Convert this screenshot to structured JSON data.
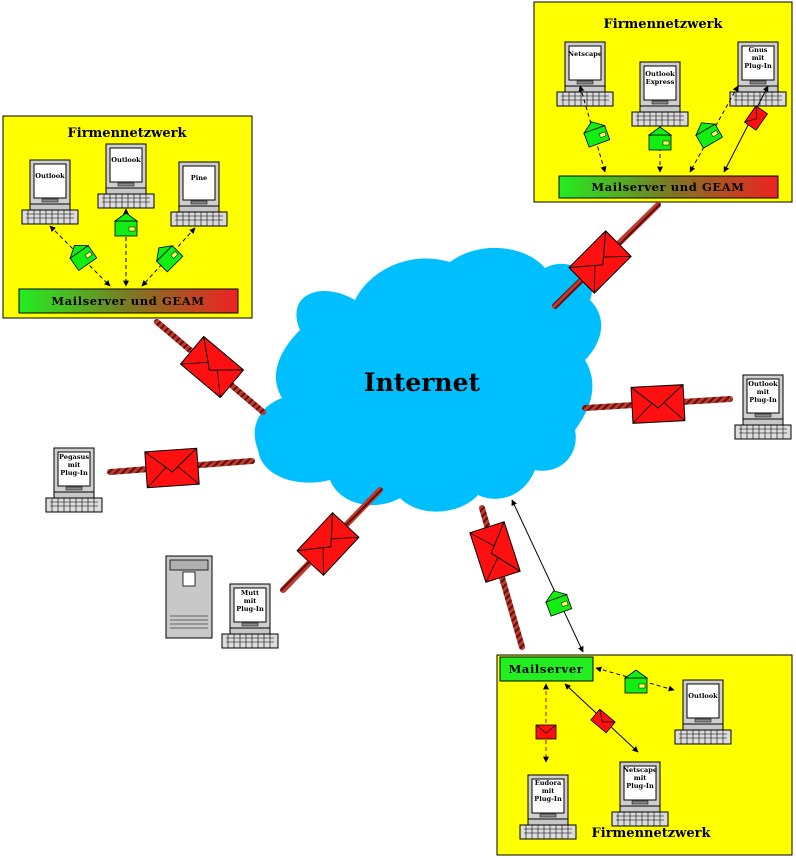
{
  "internet": {
    "label": "Internet"
  },
  "networks": {
    "left": {
      "title": "Firmennetzwerk",
      "server": "Mailserver und GEAM",
      "clients": [
        "Outlook",
        "Outlook",
        "Pine"
      ]
    },
    "right": {
      "title": "Firmennetzwerk",
      "server": "Mailserver und GEAM",
      "clients": [
        "Netscape",
        "Outlook\nExpress",
        "Gnus\nmit\nPlug-In"
      ]
    },
    "bottom": {
      "title": "Firmennetzwerk",
      "server": "Mailserver",
      "clients": [
        "Outlook",
        "Netscape\nmit\nPlug-In",
        "Eudora\nmit\nPlug-In"
      ]
    }
  },
  "standalone": {
    "pegasus": "Pegasus\nmit\nPlug-In",
    "mutt": "Mutt\nmit\nPlug-In",
    "outlook": "Outlook\nmit\nPlug-In"
  },
  "colors": {
    "network_bg": "#ffff00",
    "cloud": "#00bfff",
    "encrypted_mail": "#ff0000",
    "plain_mail": "#00ff00"
  }
}
